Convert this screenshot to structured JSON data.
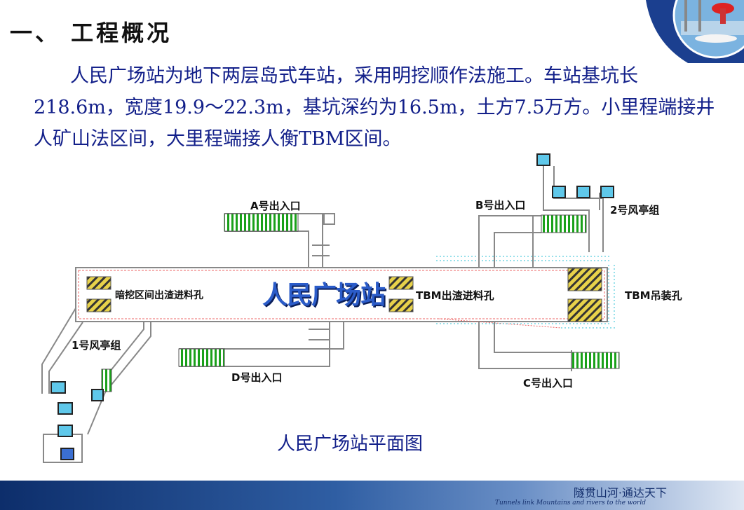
{
  "heading": "一、 工程概况",
  "paragraph": "人民广场站为地下两层岛式车站，采用明挖顺作法施工。车站基坑长218.6m，宽度19.9～22.3m，基坑深约为16.5m，土方7.5万方。小里程端接井人矿山法区间，大里程端接人衡TBM区间。",
  "diagram": {
    "station_name": "人民广场站",
    "labels": {
      "entrance_a": "A号出入口",
      "entrance_b": "B号出入口",
      "entrance_c": "C号出入口",
      "entrance_d": "D号出入口",
      "wind_group_1": "1号风亭组",
      "wind_group_2": "2号风亭组",
      "mining_hole": "暗挖区间出渣进料孔",
      "tbm_hole": "TBM出渣进料孔",
      "tbm_hoist": "TBM吊装孔"
    },
    "caption": "人民广场站平面图"
  },
  "footer": {
    "slogan": "隧贯山河·通达天下",
    "slogan_en": "Tunnels link Mountains and rivers to the world"
  },
  "colors": {
    "text_blue": "#13208a",
    "station_blue": "#2b5cc9",
    "footer_dark": "#0d2e6b",
    "green_hatch": "#1aa11a",
    "hatch_yellow": "#e8d24a"
  }
}
